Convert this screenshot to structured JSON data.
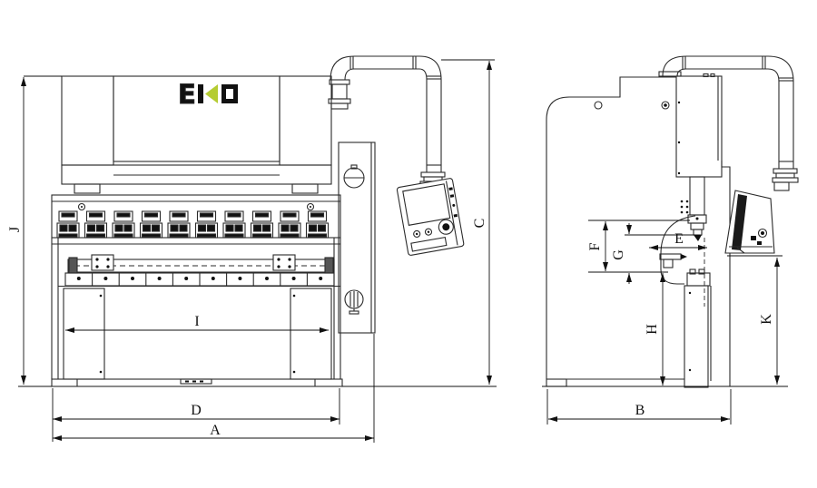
{
  "page": {
    "background": "#ffffff",
    "line_color": "#2b2b2b",
    "dimension_color": "#111111",
    "description": "press brake machine dimensional drawing, front view and side view"
  },
  "logo": {
    "text": "EKO",
    "char_e": "E",
    "char_k": "K",
    "char_o": "O",
    "accent_color": "#b5cc33",
    "text_color": "#111111"
  },
  "dims": {
    "A": "A",
    "B": "B",
    "C": "C",
    "D": "D",
    "E": "E",
    "F": "F",
    "G": "G",
    "H": "H",
    "I": "I",
    "J": "J",
    "K": "K"
  },
  "drawing": {
    "views": [
      {
        "name": "front view"
      },
      {
        "name": "side view"
      }
    ],
    "punch_clamp_count": 10,
    "die_segment_count": 10
  }
}
